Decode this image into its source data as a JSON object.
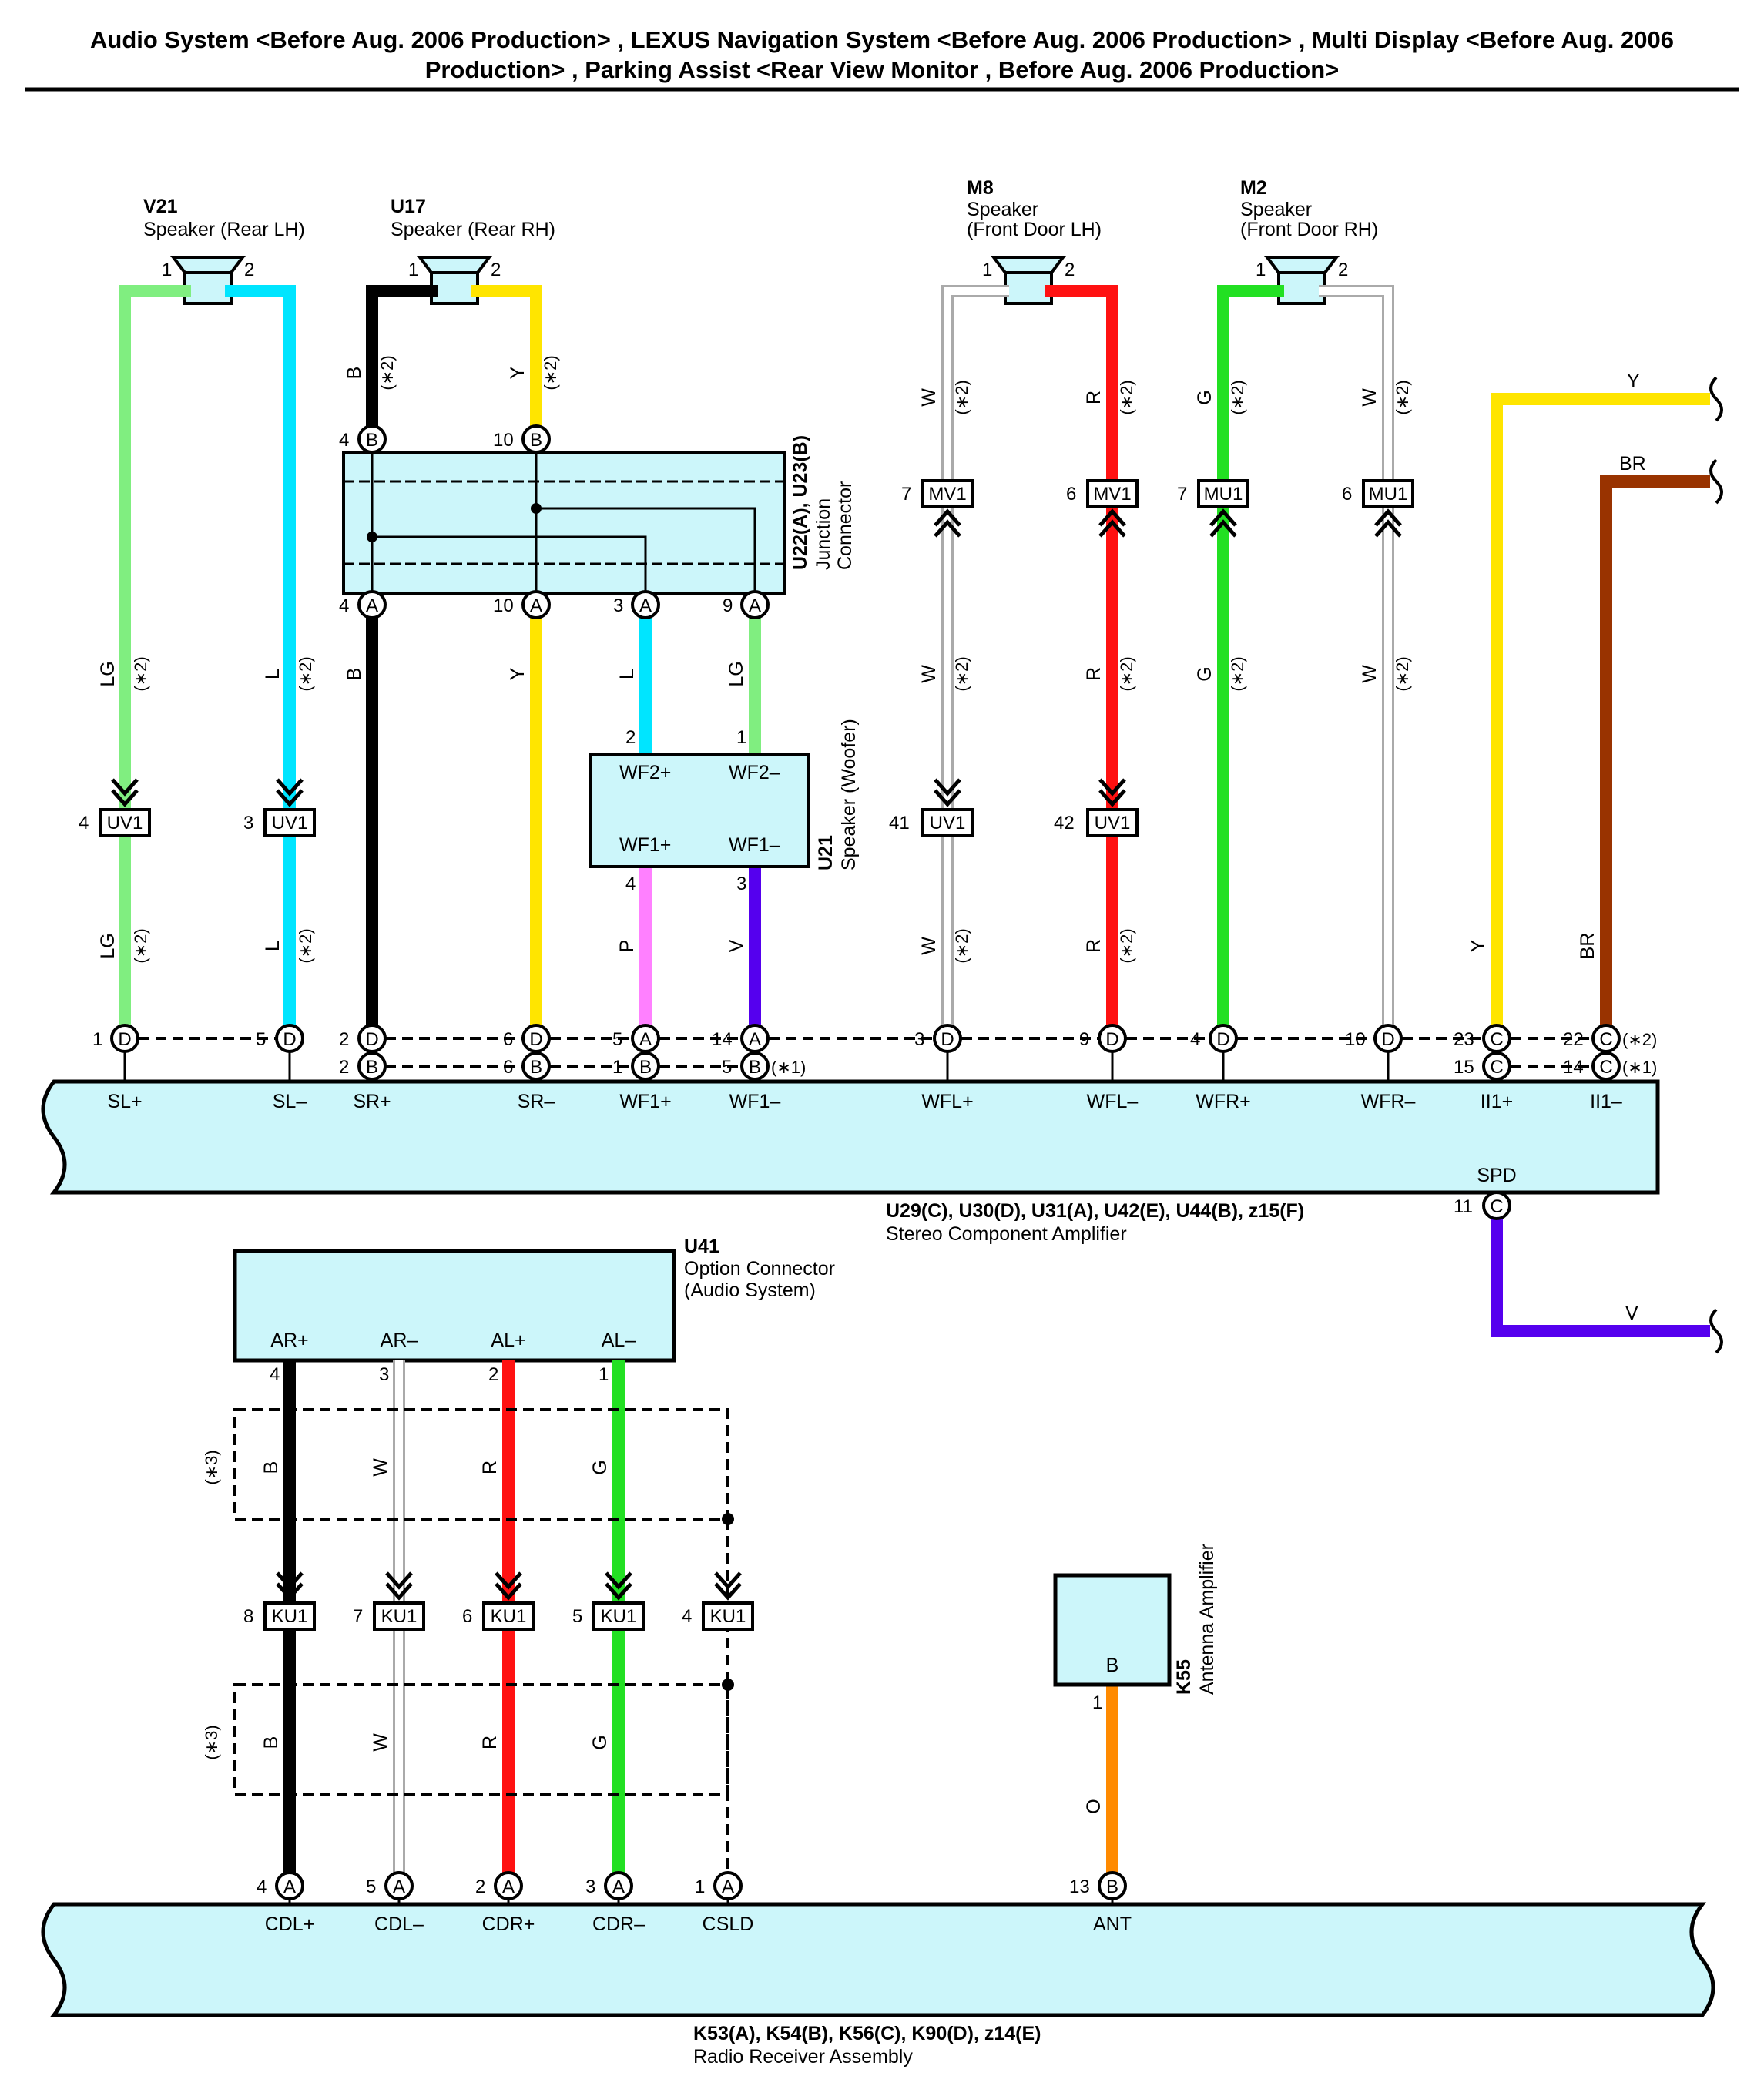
{
  "header": {
    "line1": "Audio System <Before Aug. 2006 Production> , LEXUS Navigation System <Before Aug. 2006 Production> , Multi Display <Before Aug. 2006",
    "line2": "Production> , Parking Assist <Rear View Monitor , Before Aug. 2006 Production>"
  },
  "components": {
    "v21": {
      "id": "V21",
      "name": "Speaker (Rear LH)"
    },
    "u17": {
      "id": "U17",
      "name": "Speaker (Rear RH)"
    },
    "m8": {
      "id": "M8",
      "name1": "Speaker",
      "name2": "(Front Door LH)"
    },
    "m2": {
      "id": "M2",
      "name1": "Speaker",
      "name2": "(Front Door RH)"
    },
    "junction": {
      "id": "U22(A), U23(B)",
      "name1": "Junction",
      "name2": "Connector"
    },
    "u21": {
      "id": "U21",
      "name": "Speaker (Woofer)",
      "t1": "WF2+",
      "t2": "WF2–",
      "t3": "WF1+",
      "t4": "WF1–"
    },
    "amp": {
      "id": "U29(C), U30(D), U31(A), U42(E), U44(B), z15(F)",
      "name": "Stereo Component Amplifier"
    },
    "u41": {
      "id": "U41",
      "name1": "Option Connector",
      "name2": "(Audio System)"
    },
    "k55": {
      "id": "K55",
      "name": "Antenna Amplifier",
      "terminal": "B"
    },
    "radio": {
      "id": "K53(A), K54(B), K56(C), K90(D), z14(E)",
      "name": "Radio Receiver Assembly"
    }
  },
  "amp_terminals": [
    "SL+",
    "SL–",
    "SR+",
    "SR–",
    "WF1+",
    "WF1–",
    "WFL+",
    "WFL–",
    "WFR+",
    "WFR–",
    "II1+",
    "II1–",
    "SPD"
  ],
  "option_terminals": [
    "AR+",
    "AR–",
    "AL+",
    "AL–"
  ],
  "radio_terminals": [
    "CDL+",
    "CDL–",
    "CDR+",
    "CDR–",
    "CSLD",
    "ANT"
  ],
  "connectors": {
    "uv1": "UV1",
    "mv1": "MV1",
    "mu1": "MU1",
    "ku1": "KU1"
  },
  "wire_colors": {
    "lg": "LG",
    "l": "L",
    "b": "B",
    "y": "Y",
    "p": "P",
    "v": "V",
    "w": "W",
    "r": "R",
    "g": "G",
    "br": "BR",
    "o": "O"
  },
  "notes": {
    "n1": "(∗1)",
    "n2": "(∗2)",
    "n3": "(∗3)"
  },
  "pins": {
    "spk1": "1",
    "spk2": "2",
    "b4": "4",
    "b10": "10",
    "a4": "4",
    "a10": "10",
    "a3": "3",
    "a9": "9",
    "wf2": "2",
    "wf1": "1",
    "wf4": "4",
    "wf3": "3",
    "uv4": "4",
    "uv3": "3",
    "uv41": "41",
    "uv42": "42",
    "mv7": "7",
    "mv6": "6",
    "mu7": "7",
    "mu6": "6",
    "d1": "1",
    "d5": "5",
    "d2": "2",
    "d6": "6",
    "a5": "5",
    "a14": "14",
    "d3": "3",
    "d9": "9",
    "d4": "4",
    "d10": "10",
    "c23": "23",
    "c22": "22",
    "bb2": "2",
    "bb6": "6",
    "bb1": "1",
    "bb5": "5",
    "c15": "15",
    "c14": "14",
    "c11": "11",
    "o4": "4",
    "o3": "3",
    "o2": "2",
    "o1": "1",
    "k8": "8",
    "k7": "7",
    "k6": "6",
    "k5": "5",
    "k4": "4",
    "r4": "4",
    "r5": "5",
    "r2": "2",
    "r3": "3",
    "r1": "1",
    "r13": "13",
    "ant1": "1"
  },
  "connector_letters": {
    "a": "A",
    "b": "B",
    "c": "C",
    "d": "D"
  },
  "colors": {
    "LG": "#80ee80",
    "L": "#00e5ff",
    "B": "#000000",
    "Y": "#ffe500",
    "P": "#ff80ff",
    "V": "#5500ee",
    "W": "#aaaaaa",
    "R": "#ff1111",
    "G": "#22e022",
    "BR": "#993300",
    "O": "#ff8a00",
    "fill": "#ccf6fa"
  }
}
